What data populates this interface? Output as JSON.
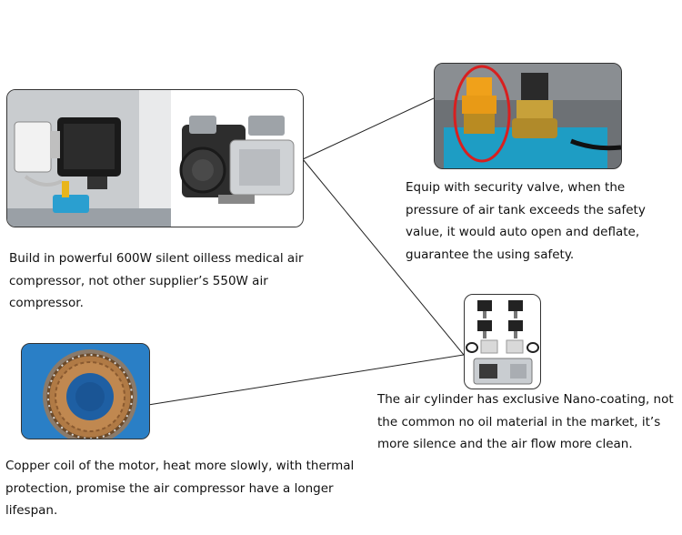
{
  "captions": {
    "compressor": "Build in powerful 600W silent oilless medical air compressor, not other supplier’s 550W air compressor.",
    "valve": "Equip with security valve, when the pressure of air tank exceeds the safety value, it would auto open and deflate, guarantee the using safety.",
    "cylinder": "The air cylinder has exclusive Nano-coating, not the common no oil material in the market, it’s more silence and the air flow more clean.",
    "coil": "Copper coil of the motor, heat more slowly, with thermal protection, promise the air compressor have a longer lifespan."
  }
}
